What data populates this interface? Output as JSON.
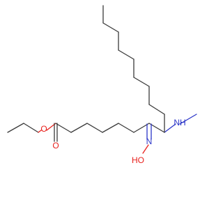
{
  "molecule": {
    "atoms": {
      "ester_oxygen": {
        "symbol": "O",
        "color": "#e8201c"
      },
      "carbonyl_oxygen": {
        "symbol": "O",
        "color": "#e8201c"
      },
      "oxime_nitrogen": {
        "symbol": "N",
        "color": "#2b35c8"
      },
      "hydroxyl": {
        "symbol": "HO",
        "color": "#e8201c"
      },
      "amine": {
        "symbol": "NH",
        "color": "#2b35c8"
      }
    },
    "bond_color": "#3a3a3a"
  }
}
